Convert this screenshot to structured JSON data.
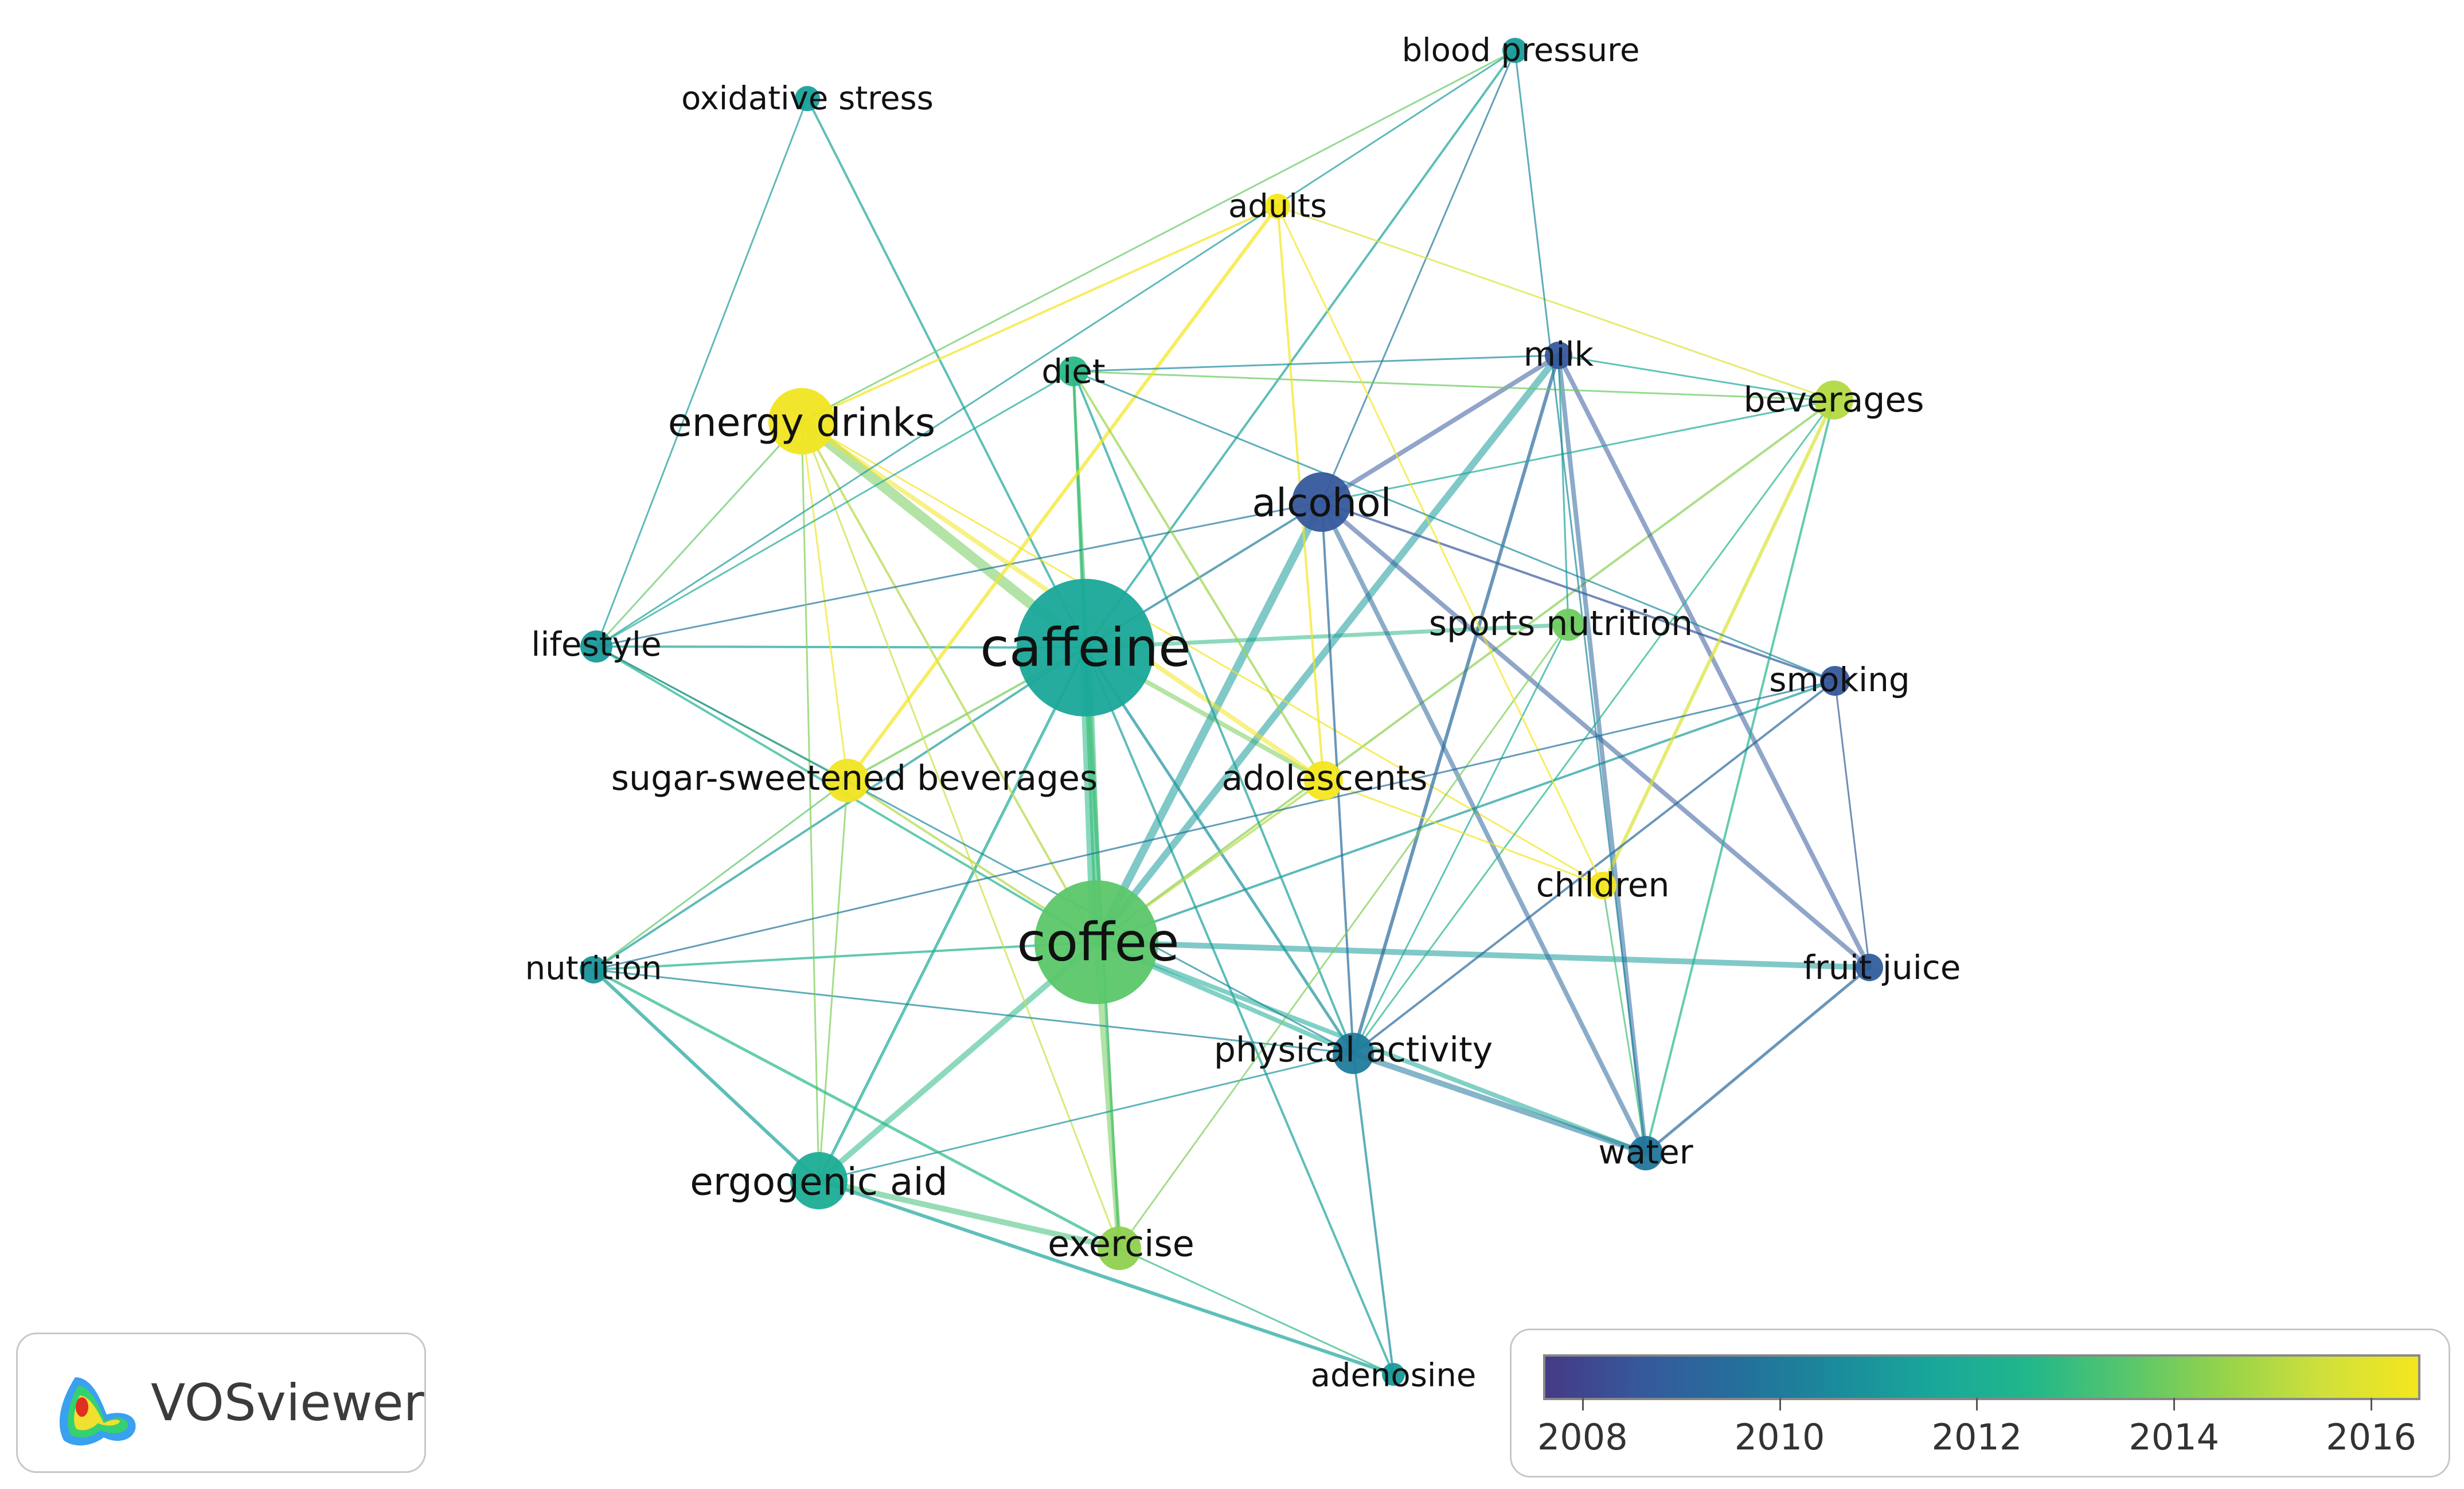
{
  "nodes": [
    {
      "id": "caffeine",
      "label": "caffeine",
      "year": 2011.6
    },
    {
      "id": "coffee",
      "label": "coffee",
      "year": 2013.6
    },
    {
      "id": "alcohol",
      "label": "alcohol",
      "year": 2008.6
    },
    {
      "id": "energy-drinks",
      "label": "energy drinks",
      "year": 2016.4
    },
    {
      "id": "ergogenic-aid",
      "label": "ergogenic aid",
      "year": 2011.9
    },
    {
      "id": "sugar-sweetened-beverages",
      "label": "sugar-sweetened beverages",
      "year": 2016.4
    },
    {
      "id": "adolescents",
      "label": "adolescents",
      "year": 2016.5
    },
    {
      "id": "physical-activity",
      "label": "physical activity",
      "year": 2010.0
    },
    {
      "id": "water",
      "label": "water",
      "year": 2009.8
    },
    {
      "id": "exercise",
      "label": "exercise",
      "year": 2014.4
    },
    {
      "id": "beverages",
      "label": "beverages",
      "year": 2015.0
    },
    {
      "id": "sports-nutrition",
      "label": "sports nutrition",
      "year": 2013.9
    },
    {
      "id": "milk",
      "label": "milk",
      "year": 2008.6
    },
    {
      "id": "smoking",
      "label": "smoking",
      "year": 2008.6
    },
    {
      "id": "fruit-juice",
      "label": "fruit juice",
      "year": 2008.8
    },
    {
      "id": "children",
      "label": "children",
      "year": 2016.6
    },
    {
      "id": "adults",
      "label": "adults",
      "year": 2016.6
    },
    {
      "id": "diet",
      "label": "diet",
      "year": 2012.7
    },
    {
      "id": "lifestyle",
      "label": "lifestyle",
      "year": 2011.1
    },
    {
      "id": "nutrition",
      "label": "nutrition",
      "year": 2010.9
    },
    {
      "id": "oxidative-stress",
      "label": "oxidative stress",
      "year": 2011.3
    },
    {
      "id": "blood-pressure",
      "label": "blood pressure",
      "year": 2011.2
    },
    {
      "id": "adenosine",
      "label": "adenosine",
      "year": 2011.1
    }
  ],
  "legend": {
    "ticks": [
      "2008",
      "2010",
      "2012",
      "2014",
      "2016"
    ],
    "range": [
      2007.6,
      2016.5
    ]
  },
  "brand": {
    "name": "VOSviewer"
  },
  "colors": {
    "scale": [
      "#453a85",
      "#36599c",
      "#246f9c",
      "#1a8b9c",
      "#19a79a",
      "#22b78b",
      "#57c66c",
      "#96d34a",
      "#cfe03c",
      "#f4e61e"
    ]
  }
}
